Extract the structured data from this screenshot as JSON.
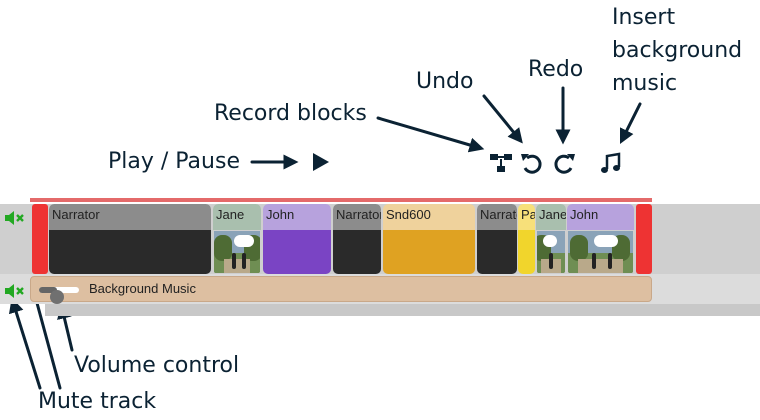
{
  "annotations": {
    "play_pause": "Play / Pause",
    "record_blocks": "Record blocks",
    "undo": "Undo",
    "redo": "Redo",
    "insert_music_line1": "Insert",
    "insert_music_line2": "background",
    "insert_music_line3": "music",
    "volume_control": "Volume control",
    "mute_track": "Mute track"
  },
  "toolbar": {
    "play_icon": "play-icon",
    "record_icon": "record-blocks-icon",
    "undo_icon": "undo-icon",
    "redo_icon": "redo-icon",
    "music_icon": "music-note-icon",
    "icon_color": "#0b2233"
  },
  "timeline": {
    "mute_icon": "speaker-mute-icon",
    "mute_color": "#22a822",
    "edge_color": "#ee3333",
    "blocks": [
      {
        "label": "Narrator",
        "kind": "audio",
        "header_color": "#8c8c8c",
        "body_color": "#2a2a2a"
      },
      {
        "label": "Jane",
        "kind": "scene",
        "header_color": "#a9bfae"
      },
      {
        "label": "John",
        "kind": "audio",
        "header_color": "#b7a2dd",
        "body_color": "#7a44c4"
      },
      {
        "label": "Narrator",
        "kind": "audio",
        "header_color": "#8c8c8c",
        "body_color": "#2a2a2a"
      },
      {
        "label": "Snd600",
        "kind": "audio",
        "header_color": "#efd29c",
        "body_color": "#dfa222"
      },
      {
        "label": "Narrator",
        "kind": "audio",
        "header_color": "#8c8c8c",
        "body_color": "#2a2a2a"
      },
      {
        "label": "Pause",
        "kind": "audio",
        "header_color": "#f7e07a",
        "body_color": "#f1d52c"
      },
      {
        "label": "Jane",
        "kind": "scene",
        "header_color": "#a9bfae"
      },
      {
        "label": "John",
        "kind": "scene",
        "header_color": "#b7a2dd"
      }
    ],
    "background_music": {
      "label": "Background Music",
      "volume": 0.45,
      "color": "#ddbfa1"
    }
  }
}
